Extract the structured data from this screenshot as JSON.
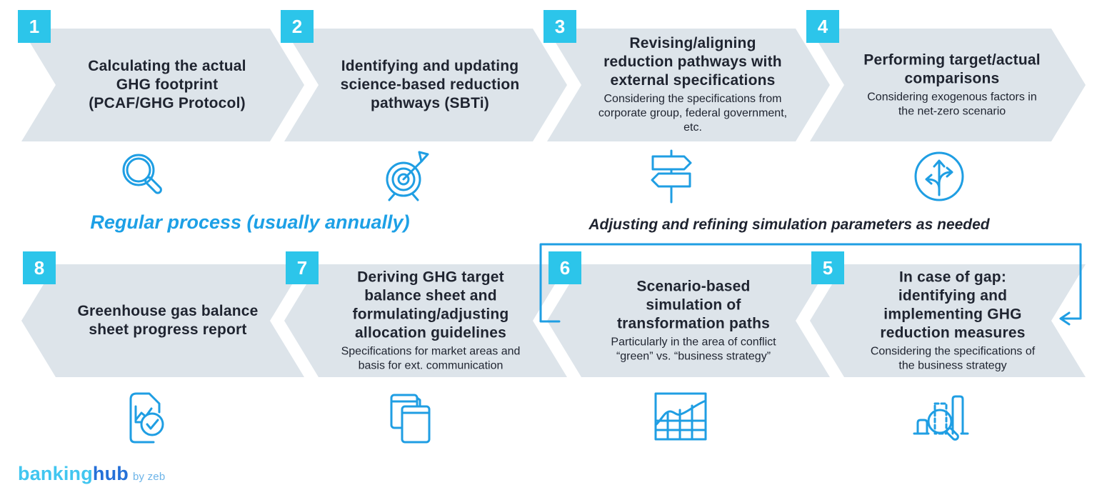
{
  "steps": [
    {
      "number": "1",
      "title": "Calculating the actual GHG footprint (PCAF/GHG Protocol)",
      "subtitle": "",
      "icon": "search-icon"
    },
    {
      "number": "2",
      "title": "Identifying and updating science-based reduction pathways (SBTi)",
      "subtitle": "",
      "icon": "target-dart-icon"
    },
    {
      "number": "3",
      "title": "Revising/aligning reduction pathways with external specifications",
      "subtitle": "Considering the specifications from corporate group, federal government, etc.",
      "icon": "signpost-icon"
    },
    {
      "number": "4",
      "title": "Performing target/actual comparisons",
      "subtitle": "Considering exogenous factors in the net-zero scenario",
      "icon": "direction-arrows-icon"
    },
    {
      "number": "5",
      "title": "In case of gap: identifying and implementing GHG reduction measures",
      "subtitle": "Considering the specifications of the business strategy",
      "icon": "gap-analysis-icon"
    },
    {
      "number": "6",
      "title": "Scenario-based simulation of transformation paths",
      "subtitle": "Particularly in the area of conflict “green” vs. “business strategy”",
      "icon": "simulation-chart-icon"
    },
    {
      "number": "7",
      "title": "Deriving GHG target balance sheet and formulating/adjusting allocation guidelines",
      "subtitle": "Specifications for market areas and basis for ext. communication",
      "icon": "guidelines-books-icon"
    },
    {
      "number": "8",
      "title": "Greenhouse gas balance sheet progress report",
      "subtitle": "",
      "icon": "report-check-icon"
    }
  ],
  "annotations": {
    "regular_process": "Regular process (usually annually)",
    "adjusting_note": "Adjusting and refining simulation parameters as needed"
  },
  "logo": {
    "brand_light": "banking",
    "brand_dark": "hub",
    "byline": "by zeb"
  },
  "colors": {
    "badge_cyan": "#2cc5ea",
    "icon_blue": "#1f9ee3",
    "chevron_fill": "#dde4ea",
    "text_dark": "#1f2430",
    "highlight_blue": "#1da0e6"
  }
}
